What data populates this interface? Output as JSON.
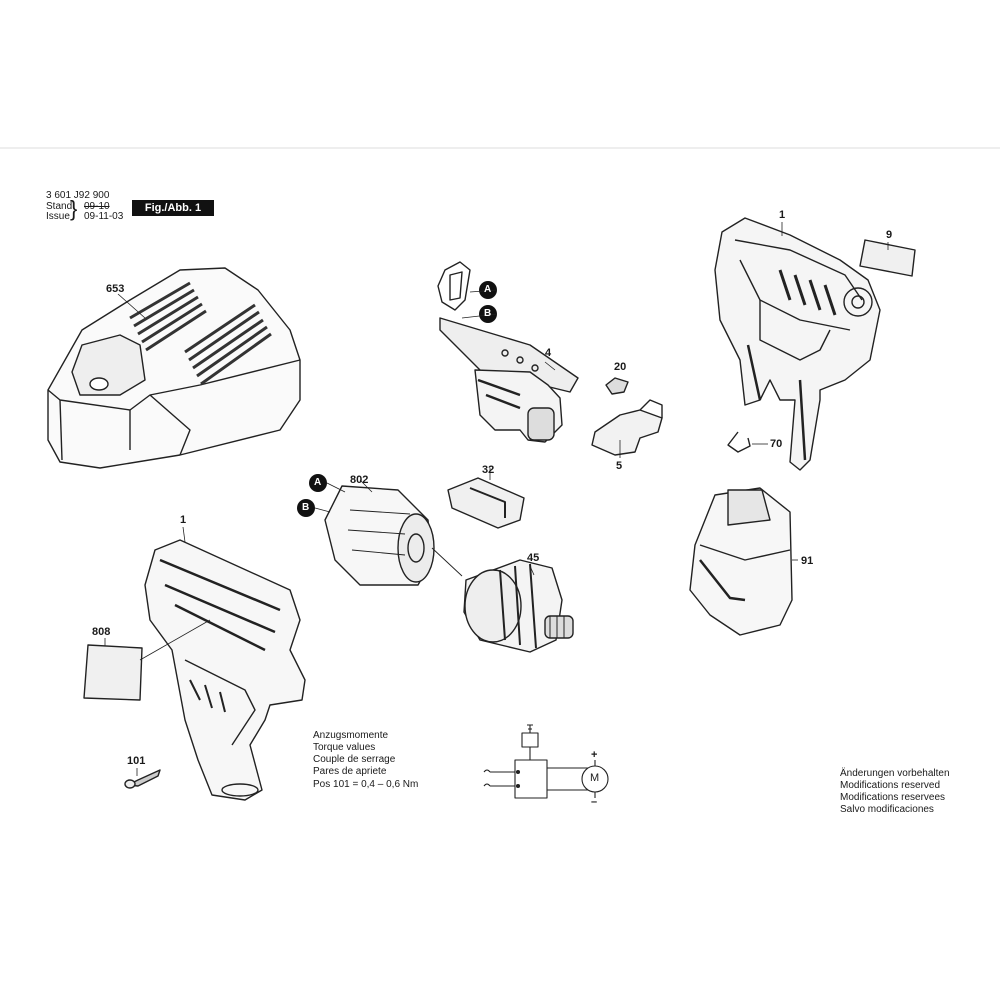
{
  "header": {
    "part_number": "3 601 J92 900",
    "stand_label": "Stand",
    "issue_label": "Issue",
    "stand_value": "09-10",
    "issue_value": "09-11-03",
    "figure_label": "Fig./Abb. 1"
  },
  "parts": {
    "charger": "653",
    "housing_top": "1",
    "label_top": "9",
    "clip": "70",
    "switch": "4",
    "ref_a_switch": "A",
    "ref_b_switch": "B",
    "lever": "20",
    "slider": "5",
    "contact": "32",
    "motor": "802",
    "ref_a_motor": "A",
    "ref_b_motor": "B",
    "gearbox": "45",
    "battery": "91",
    "housing_bottom": "1",
    "label_bottom": "808",
    "screw": "101"
  },
  "torque": {
    "line1": "Anzugsmomente",
    "line2": "Torque values",
    "line3": "Couple de serrage",
    "line4": "Pares de apriete",
    "spec": "Pos  101  =  0,4 – 0,6 Nm"
  },
  "schematic": {
    "motor_symbol": "M",
    "plus": "+",
    "minus": "–"
  },
  "notice": {
    "line1": "Änderungen vorbehalten",
    "line2": "Modifications reserved",
    "line3": "Modifications reservees",
    "line4": "Salvo modificaciones"
  }
}
